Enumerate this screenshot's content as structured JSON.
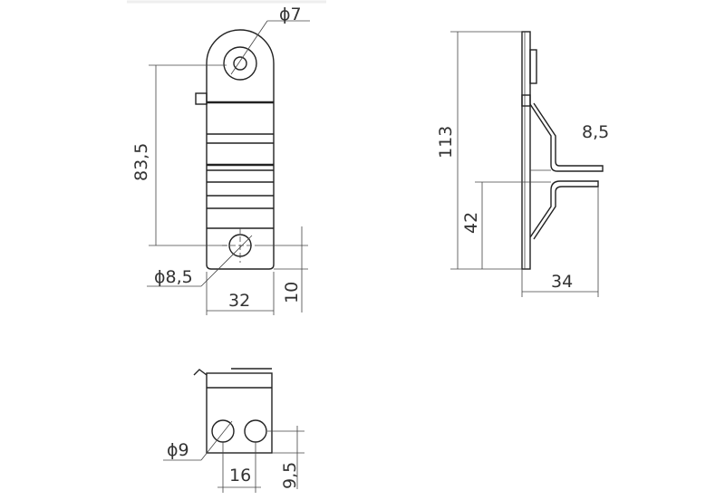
{
  "front_view": {
    "dia_top": "ϕ7",
    "height": "83,5",
    "dia_bottom": "ϕ8,5",
    "width": "32",
    "hole_offset": "10"
  },
  "side_view": {
    "height": "113",
    "gap": "8,5",
    "lower_height": "42",
    "depth": "34"
  },
  "bottom_view": {
    "dia_holes": "ϕ9",
    "hole_spacing": "16",
    "hole_offset": "9,5"
  }
}
